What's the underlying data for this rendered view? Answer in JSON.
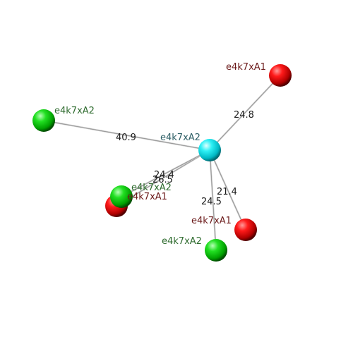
{
  "colors": {
    "red": "#e00000",
    "green": "#00cc00",
    "cyan": "#00e5ee",
    "label_red": "#6b1a1a",
    "label_green": "#2e6b2e",
    "label_cyan": "#2e5f66"
  },
  "atoms": {
    "center": {
      "label": "e4k7xA2",
      "color": "cyan"
    },
    "top_right": {
      "label": "e4k7xA1",
      "color": "red"
    },
    "left": {
      "label": "e4k7xA2",
      "color": "green"
    },
    "mid_red": {
      "label": "e4k7xA1",
      "color": "red"
    },
    "mid_green": {
      "label": "e4k7xA2",
      "color": "green"
    },
    "lower_red": {
      "label": "e4k7xA1",
      "color": "red"
    },
    "bottom_green": {
      "label": "e4k7xA2",
      "color": "green"
    }
  },
  "distances": {
    "top_right": "24.8",
    "left": "40.9",
    "mid_green": "24.4",
    "mid_red": "26.5",
    "lower_red": "21.4",
    "bottom_green": "24.5"
  }
}
